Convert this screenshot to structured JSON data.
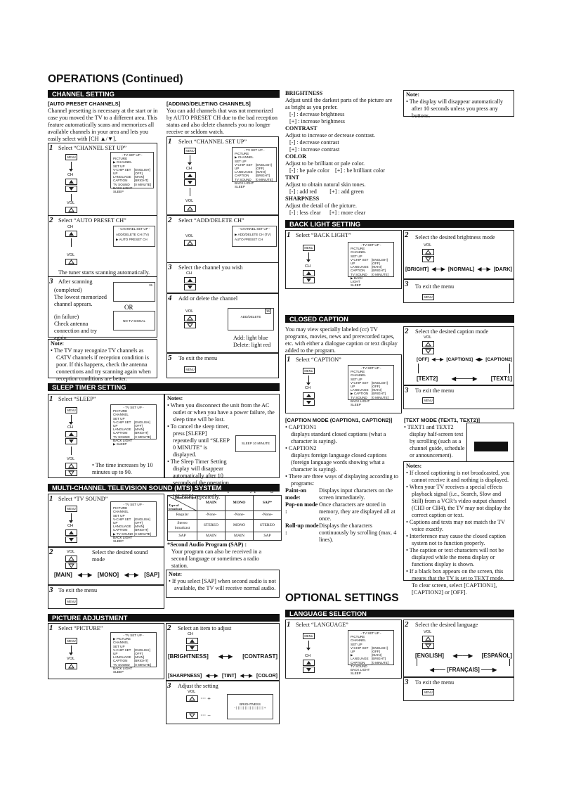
{
  "page_title": "OPERATIONS (Continued)",
  "optional_title": "OPTIONAL SETTINGS",
  "channel_setting": {
    "header": "CHANNEL SETTING",
    "auto": {
      "title": "[AUTO PRESET CHANNELS]",
      "body": "Channel presetting is necessary at the start or in case you moved the TV to a different area. This feature automatically scans and memorizes all available channels in your area and lets you easily select with [CH ▲/▼].",
      "s1": "Select “CHANNEL SET UP”",
      "s2": "Select “AUTO PRESET CH”",
      "s2b": "The tuner starts scanning automatically.",
      "s3a": "After scanning",
      "s3b": "(completed)",
      "s3c": "The lowest memorized channel appears.",
      "or": "OR",
      "s3d": "(in failure)",
      "s3e": "Check antenna connection and try again.",
      "osd15": "15",
      "nosignal": "NO TV SIGNAL",
      "note_title": "Note:",
      "note": "The TV may recognize TV channels as CATV channels if reception condition is poor. If this happens, check the antenna connections and try scanning again when reception conditions are better."
    },
    "add": {
      "title": "[ADDING/DELETING CHANNELS]",
      "body": "You can add channels that was not memorized by AUTO PRESET CH due to the bad reception status and also delete channels you no longer receive or seldom watch.",
      "s1": "Select “CHANNEL SET UP”",
      "s2": "Select “ADD/DELETE CH”",
      "s3": "Select the channel you wish",
      "s4": "Add or delete the channel",
      "s4a": "Add: light blue",
      "s4b": "Delete: light red",
      "s5": "To exit the menu",
      "osd_ch": "15",
      "osd_lbl": "ADD/DELETE"
    }
  },
  "osd_menu": {
    "title": "- TV SET UP -",
    "items": [
      "PICTURE",
      "CHANNEL SET UP",
      "V-CHIP SET UP",
      "LANGUAGE",
      "CAPTION",
      "TV SOUND",
      "BACK LIGHT",
      "SLEEP"
    ],
    "values": [
      "",
      "",
      "",
      "[ENGLISH]",
      "[OFF]",
      "[MAIN]",
      "[BRIGHT]",
      "[0 MINUTE]"
    ]
  },
  "osd_chsetup": {
    "title": "- CHANNEL SET UP -",
    "items": [
      "ADD/DELETE CH (TV)",
      "AUTO PRESET CH"
    ]
  },
  "keys": {
    "menu": "MENU",
    "ch": "CH",
    "vol": "VOL"
  },
  "sleep": {
    "header": "SLEEP TIMER SETTING",
    "s1": "Select “SLEEP”",
    "s1b": "• The time increases by 10 minutes up to 90.",
    "osd": "SLEEP 10 MINUTE",
    "notes_title": "Notes:",
    "notes": [
      "When you disconnect the unit from the AC outlet or when you have a power failure, the sleep time will be lost.",
      "To cancel the sleep timer, press [SLEEP] repeatedly until “SLEEP 0 MINUTE” is displayed.",
      "The Sleep Timer Setting display will disappear automatically after 10 seconds of the operation.",
      "You can also set the Sleep Timer by pressing [SLEEP] repeatedly."
    ]
  },
  "mts": {
    "header": "MULTI-CHANNEL TELEVISION SOUND (MTS) SYSTEM",
    "s1": "Select “TV SOUND”",
    "s2": "Select the desired sound mode",
    "opts": [
      "[MAIN]",
      "[MONO]",
      "[SAP]"
    ],
    "s3": "To exit the menu",
    "table": {
      "corner_a": "Mono Selection",
      "corner_b": "Type of broadcast",
      "cols": [
        "MAIN",
        "MONO",
        "SAP*"
      ],
      "rows": [
        [
          "Regular",
          "-None-",
          "-None-",
          "-None-"
        ],
        [
          "Stereo broadcast",
          "STEREO",
          "MONO",
          "STEREO"
        ],
        [
          "SAP",
          "MAIN",
          "MAIN",
          "SAP"
        ]
      ]
    },
    "sap_title": "*Second Audio Program (SAP) :",
    "sap": "Your program can also be received in a second language or sometimes a radio station.",
    "note_title": "Note:",
    "note": "If you select [SAP] when second audio is not available, the TV will receive normal audio."
  },
  "picture": {
    "header": "PICTURE ADJUSTMENT",
    "s1": "Select “PICTURE”",
    "s2": "Select an item to adjust",
    "items": [
      "[BRIGHTNESS]",
      "[CONTRAST]",
      "[SHARPNESS]",
      "[TINT]",
      "[COLOR]"
    ],
    "s3": "Adjust the setting",
    "plus": "··· +",
    "minus": "··· −",
    "osd": "BRIGHTNESS",
    "osd_bar": "- | | | | | | | | | | | | | | | | +"
  },
  "adjust": {
    "items": [
      {
        "t": "BRIGHTNESS",
        "d": "Adjust until the darkest parts of the picture are as bright as you prefer.",
        "a": "[-] : decrease brightness",
        "b": "[+] : increase brightness"
      },
      {
        "t": "CONTRAST",
        "d": "Adjust to increase or decrease contrast.",
        "a": "[-] : decrease contrast",
        "b": "[+] : increase contrast"
      },
      {
        "t": "COLOR",
        "d": "Adjust to be brilliant or pale color.",
        "a": "[-] : be pale color",
        "b": "[+] : be brilliant color"
      },
      {
        "t": "TINT",
        "d": "Adjust to obtain natural skin tones.",
        "a": "[-] : add red",
        "b": "[+] : add green"
      },
      {
        "t": "SHARPNESS",
        "d": "Adjust the detail of the picture.",
        "a": "[-] : less clear",
        "b": "[+] : more clear"
      }
    ],
    "note_title": "Note:",
    "note": "The display will disappear automatically after 10 seconds unless you press any buttons."
  },
  "backlight": {
    "header": "BACK LIGHT SETTING",
    "s1": "Select “BACK LIGHT”",
    "s2": "Select the desired brightness mode",
    "opts": [
      "[BRIGHT]",
      "[NORMAL]",
      "[DARK]"
    ],
    "s3": "To exit the menu"
  },
  "cc": {
    "header": "CLOSED CAPTION",
    "intro": "You may view specially labeled (cc) TV programs, movies, news and prerecorded tapes, etc. with either a dialogue caption or text display added to the program.",
    "s1": "Select “CAPTION”",
    "s2": "Select the desired caption mode",
    "opts": [
      "[OFF]",
      "[CAPTION1]",
      "[CAPTION2]",
      "[TEXT2]",
      "[TEXT1]"
    ],
    "s3": "To exit the menu",
    "cm_title": "[CAPTION MODE (CAPTION1, CAPTION2)]",
    "cm": [
      "CAPTION1",
      "displays standard closed captions (what a character is saying).",
      "CAPTION2",
      "displays foreign language closed captions (foreign language words showing what a character is saying).",
      "There are three ways of displaying according to programs:"
    ],
    "modes": [
      [
        "Paint-on mode:",
        "Displays input characters on the screen immediately."
      ],
      [
        "Pop-on mode :",
        "Once characters are stored in memory, they are displayed all at once."
      ],
      [
        "Roll-up mode :",
        "Displays the characters continuously by scrolling (max. 4 lines)."
      ]
    ],
    "tm_title": "[TEXT MODE (TEXT1, TEXT2)]",
    "tm": "TEXT1 and TEXT2 display half-screen text by scrolling (such as a channel guide, schedule or announcement).",
    "notes_title": "Notes:",
    "notes": [
      "If closed captioning is not broadcasted, you cannot receive it and nothing is displayed.",
      "When your TV receives a special effects playback signal (i.e., Search, Slow and Still) from a VCR’s video output channel (CH3 or CH4), the TV may not display the correct caption or text.",
      "Captions and texts may not match the TV voice exactly.",
      "Interference may cause the closed caption system not to function properly.",
      "The caption or text characters will not be displayed while the menu display or functions display is shown.",
      "If a black box appears on the screen, this means that the TV is set to TEXT mode. To clear screen, select [CAPTION1], [CAPTION2] or [OFF]."
    ]
  },
  "lang": {
    "header": "LANGUAGE SELECTION",
    "s1": "Select “LANGUAGE”",
    "s2": "Select the desired language",
    "opts": [
      "[ENGLISH]",
      "[ESPAÑOL]",
      "[FRANÇAIS]"
    ],
    "s3": "To exit the menu"
  }
}
